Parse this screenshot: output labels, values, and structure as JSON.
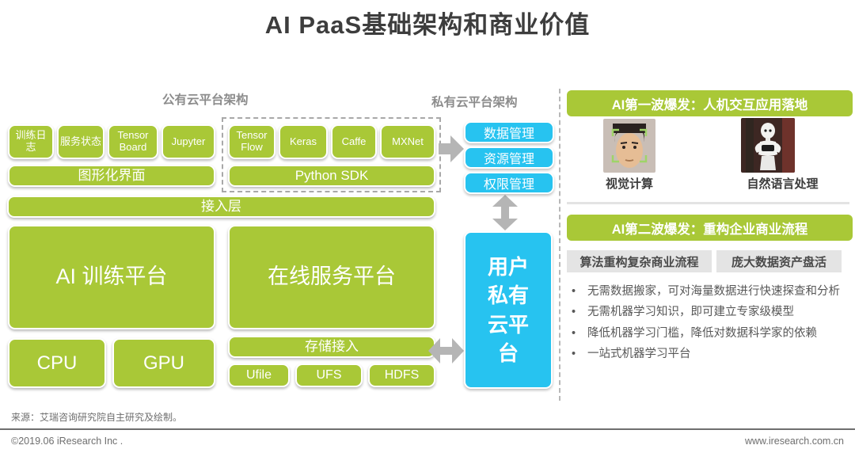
{
  "title": "AI PaaS基础架构和商业价值",
  "public_cloud": {
    "label": "公有云平台架构",
    "tools": [
      "训练日志",
      "服务状态",
      "Tensor Board",
      "Jupyter"
    ],
    "frameworks": [
      "Tensor Flow",
      "Keras",
      "Caffe",
      "MXNet"
    ],
    "gui": "图形化界面",
    "sdk": "Python SDK",
    "access_layer": "接入层",
    "training_platform": "AI 训练平台",
    "online_platform": "在线服务平台",
    "cpu": "CPU",
    "gpu": "GPU",
    "storage": "存储接入",
    "storage_items": [
      "Ufile",
      "UFS",
      "HDFS"
    ]
  },
  "private_cloud": {
    "label": "私有云平台架构",
    "mgmt": [
      "数据管理",
      "资源管理",
      "权限管理"
    ],
    "user_cloud": "用户私有云平台"
  },
  "wave1": {
    "header": "AI第一波爆发：人机交互应用落地",
    "left_label": "视觉计算",
    "right_label": "自然语言处理"
  },
  "wave2": {
    "header": "AI第二波爆发：重构企业商业流程",
    "chips": [
      "算法重构复杂商业流程",
      "庞大数据资产盘活"
    ],
    "bullets": [
      "无需数据搬家，可对海量数据进行快速探查和分析",
      "无需机器学习知识，即可建立专家级模型",
      "降低机器学习门槛，降低对数据科学家的依赖",
      "一站式机器学习平台"
    ]
  },
  "footer": {
    "source": "来源：艾瑞咨询研究院自主研究及绘制。",
    "copyright": "©2019.06 iResearch Inc .",
    "website": "www.iresearch.com.cn"
  },
  "colors": {
    "green": "#a9c837",
    "blue": "#27c3f0",
    "arrow_gray": "#b5b5b5",
    "face_frame_green": "#9fd468"
  }
}
